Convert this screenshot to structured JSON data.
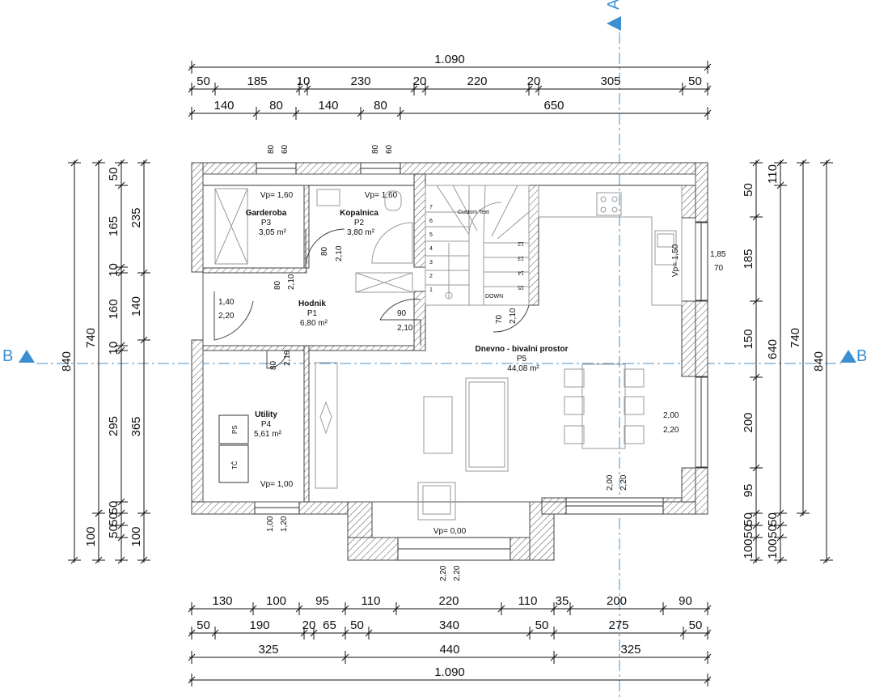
{
  "section_markers": {
    "a": "A",
    "b_left": "B",
    "b_right": "B"
  },
  "dims": {
    "top_total": "1.090",
    "top_row2": [
      "50",
      "185",
      "10",
      "230",
      "20",
      "220",
      "20",
      "305",
      "50"
    ],
    "top_row3": [
      "140",
      "80",
      "140",
      "80",
      "650"
    ],
    "bottom_row1": [
      "130",
      "100",
      "95",
      "110",
      "220",
      "110",
      "35",
      "200",
      "90"
    ],
    "bottom_row2": [
      "50",
      "190",
      "20",
      "65",
      "50",
      "340",
      "50",
      "275",
      "50"
    ],
    "bottom_row3": [
      "325",
      "440",
      "325"
    ],
    "bottom_total": "1.090",
    "left_total": "840",
    "left_740": "740",
    "left_col3": [
      "50",
      "165",
      "10",
      "160",
      "10",
      "295",
      "50",
      "50",
      "50"
    ],
    "left_col4": [
      "235",
      "140",
      "365",
      "100"
    ],
    "left_bottom_100": "100",
    "right_total": "840",
    "right_740": "740",
    "right_col2": [
      "110",
      "640",
      "50",
      "50",
      "100"
    ],
    "right_col1": [
      "50",
      "185",
      "150",
      "200",
      "95",
      "50",
      "50",
      "100"
    ]
  },
  "openings": {
    "top1_h": "80",
    "top1_w": "60",
    "top2_h": "80",
    "top2_w": "60",
    "entry_w": "1,40",
    "entry_h": "2,20",
    "hodnik_door_w": "80",
    "hodnik_door_h": "2,10",
    "garderoba_door_w": "80",
    "garderoba_door_h": "2,10",
    "kuhinja_door_w": "90",
    "kuhinja_door_h": "2,10",
    "utility_door_w": "80",
    "utility_door_h": "2,10",
    "stair_w": "70",
    "stair_h": "2,10",
    "right_win_w": "1,85",
    "right_win_h": "70",
    "right_door_w": "2,00",
    "right_door_h": "2,20",
    "bottom_win_w": "1,00",
    "bottom_win_h": "1,20",
    "bottom_door_w": "2,00",
    "bottom_door_h": "2,20",
    "front_w": "2,20",
    "front_h": "2,20"
  },
  "rooms": [
    {
      "name": "Garderoba",
      "code": "P3",
      "area": "3,05 m²",
      "vp": "Vp= 1,60"
    },
    {
      "name": "Kopalnica",
      "code": "P2",
      "area": "3,80 m²",
      "vp": "Vp= 1,60"
    },
    {
      "name": "Hodnik",
      "code": "P1",
      "area": "6,80 m²"
    },
    {
      "name": "Utility",
      "code": "P4",
      "area": "5,61 m²",
      "vp": "Vp= 1,00"
    },
    {
      "name": "Dnevno - bivalni prostor",
      "code": "P5",
      "area": "44,08 m²",
      "vp": "Vp= 0,00"
    }
  ],
  "fixtures": {
    "ps": "PS",
    "tc": "TČ",
    "custom_text": "Custom Text",
    "down": "DOWN",
    "stair_left": [
      "1",
      "2",
      "3",
      "4",
      "5",
      "6",
      "7"
    ],
    "stair_right": [
      "12",
      "13",
      "14",
      "15"
    ],
    "kitchen_vp": "Vp= 1,50"
  }
}
